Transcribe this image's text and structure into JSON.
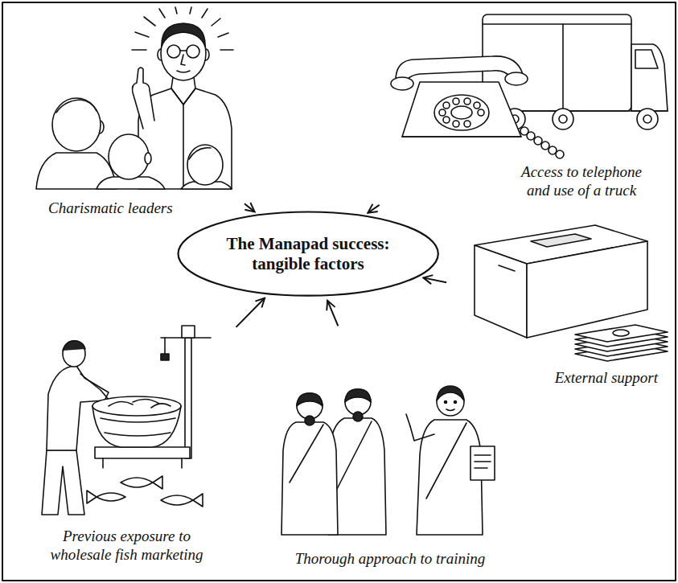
{
  "diagram": {
    "nodes": [
      {
        "text": [
          "Charismatic leaders"
        ]
      },
      {
        "text": [
          "Access to telephone and use of a truck"
        ]
      },
      {
        "text": [
          "The Manapad success: tangible factors"
        ]
      },
      {
        "text": [
          "External support"
        ]
      },
      {
        "text": [
          "Previous exposure to wholesale fish marketing"
        ]
      },
      {
        "text": [
          "Thorough approach to training"
        ]
      }
    ],
    "edges": [
      {
        "from": 0,
        "to": 2,
        "arrow": "to"
      },
      {
        "from": 1,
        "to": 2,
        "arrow": "to"
      },
      {
        "from": 3,
        "to": 2,
        "arrow": "to"
      },
      {
        "from": 4,
        "to": 2,
        "arrow": "to"
      },
      {
        "from": 5,
        "to": 2,
        "arrow": "to"
      }
    ]
  }
}
